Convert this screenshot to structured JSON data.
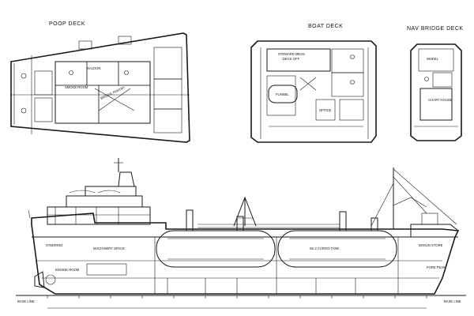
{
  "deck_titles": {
    "poop": "POOP   DECK",
    "boat": "BOAT DECK",
    "nav_bridge": "NAV BRIDGE DECK"
  },
  "room_labels": {
    "saloon": "SALOON",
    "smoke_room": "SMOKE ROOM",
    "bridge_pantry": "BRIDGE PANTRY",
    "steward_mess": "STEWARD MESS",
    "boat_deck_room": "DECK OFF",
    "funnel": "FUNNEL",
    "office": "OFFICE",
    "chart_house": "CHART HOUSE",
    "wheel": "WHEEL",
    "steering": "STEERING",
    "engine_room": "ENGINE ROOM",
    "machinery_space": "MACHINERY SPACE",
    "cargo_tank_label": "No.2 CARGO TANK",
    "fore_peak": "FORE PEAK",
    "bosun_store": "BOSUN STORE"
  },
  "baseline_labels": {
    "left": "BASE LINE",
    "right": "BASE LINE"
  }
}
